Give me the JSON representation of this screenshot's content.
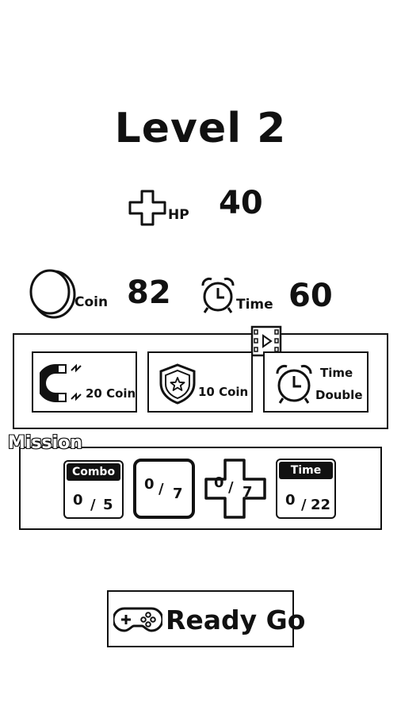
{
  "level": {
    "title": "Level 2"
  },
  "hp": {
    "label": "HP",
    "value": "40",
    "icon": "plus-icon"
  },
  "coin": {
    "label": "Coin",
    "value": "82",
    "icon": "coin-icon"
  },
  "time": {
    "label": "Time",
    "value": "60",
    "icon": "alarm-clock-icon"
  },
  "boosts": {
    "video_icon": "video-ad-icon",
    "items": [
      {
        "icon": "magnet-icon",
        "label": "20 Coin"
      },
      {
        "icon": "shield-star-icon",
        "label": "10 Coin"
      },
      {
        "icon": "alarm-clock-icon",
        "label_line1": "Time",
        "label_line2": "Double"
      }
    ]
  },
  "mission": {
    "title": "Mission",
    "combo": {
      "header": "Combo",
      "current": "0",
      "target": "5"
    },
    "square": {
      "current": "0",
      "target": "7"
    },
    "cross": {
      "current": "0",
      "target": "7"
    },
    "time": {
      "header": "Time",
      "current": "0",
      "target": "22"
    }
  },
  "ready": {
    "label": "Ready Go",
    "icon": "gamepad-icon"
  }
}
